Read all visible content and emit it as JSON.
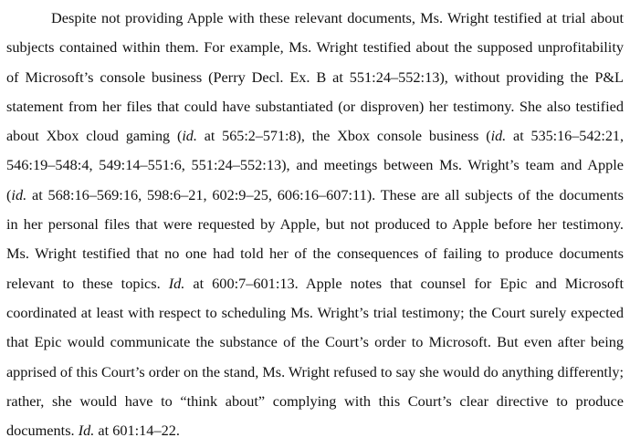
{
  "paragraph": {
    "lines": [
      "Despite not providing Apple with these relevant documents, Ms. Wright testified at trial about",
      "subjects contained within them.  For example, Ms. Wright testified about the supposed unprofitability",
      "of Microsoft’s console business (Perry Decl. Ex. B at 551:24–552:13), without providing the P&L",
      "statement from her files that could have substantiated (or disproven) her testimony.  She also testified",
      "about Xbox cloud gaming (id. at 565:2–571:8), the Xbox console business (id. at 535:16–542:21,",
      "546:19–548:4, 549:14–551:6, 551:24–552:13), and meetings between Ms. Wright’s team and Apple",
      "(id. at 568:16–569:16, 598:6–21, 602:9–25, 606:16–607:11).  These are all subjects of the documents",
      "in her personal files that were requested by Apple, but not produced to Apple before her testimony.",
      "Ms. Wright testified that no one had told her of the consequences of failing to produce documents",
      "relevant to these topics.  Id. at 600:7–601:13.  Apple notes that counsel for Epic and Microsoft",
      "coordinated at least with respect to scheduling Ms. Wright’s trial testimony; the Court surely expected",
      "that Epic would communicate the substance of the Court’s order to Microsoft.  But even after being",
      "apprised of this Court’s order on the stand, Ms. Wright refused to say she would do anything differently;",
      "rather, she would have to “think about” complying with this Court’s clear directive to produce",
      "documents.  Id. at 601:14–22."
    ]
  }
}
